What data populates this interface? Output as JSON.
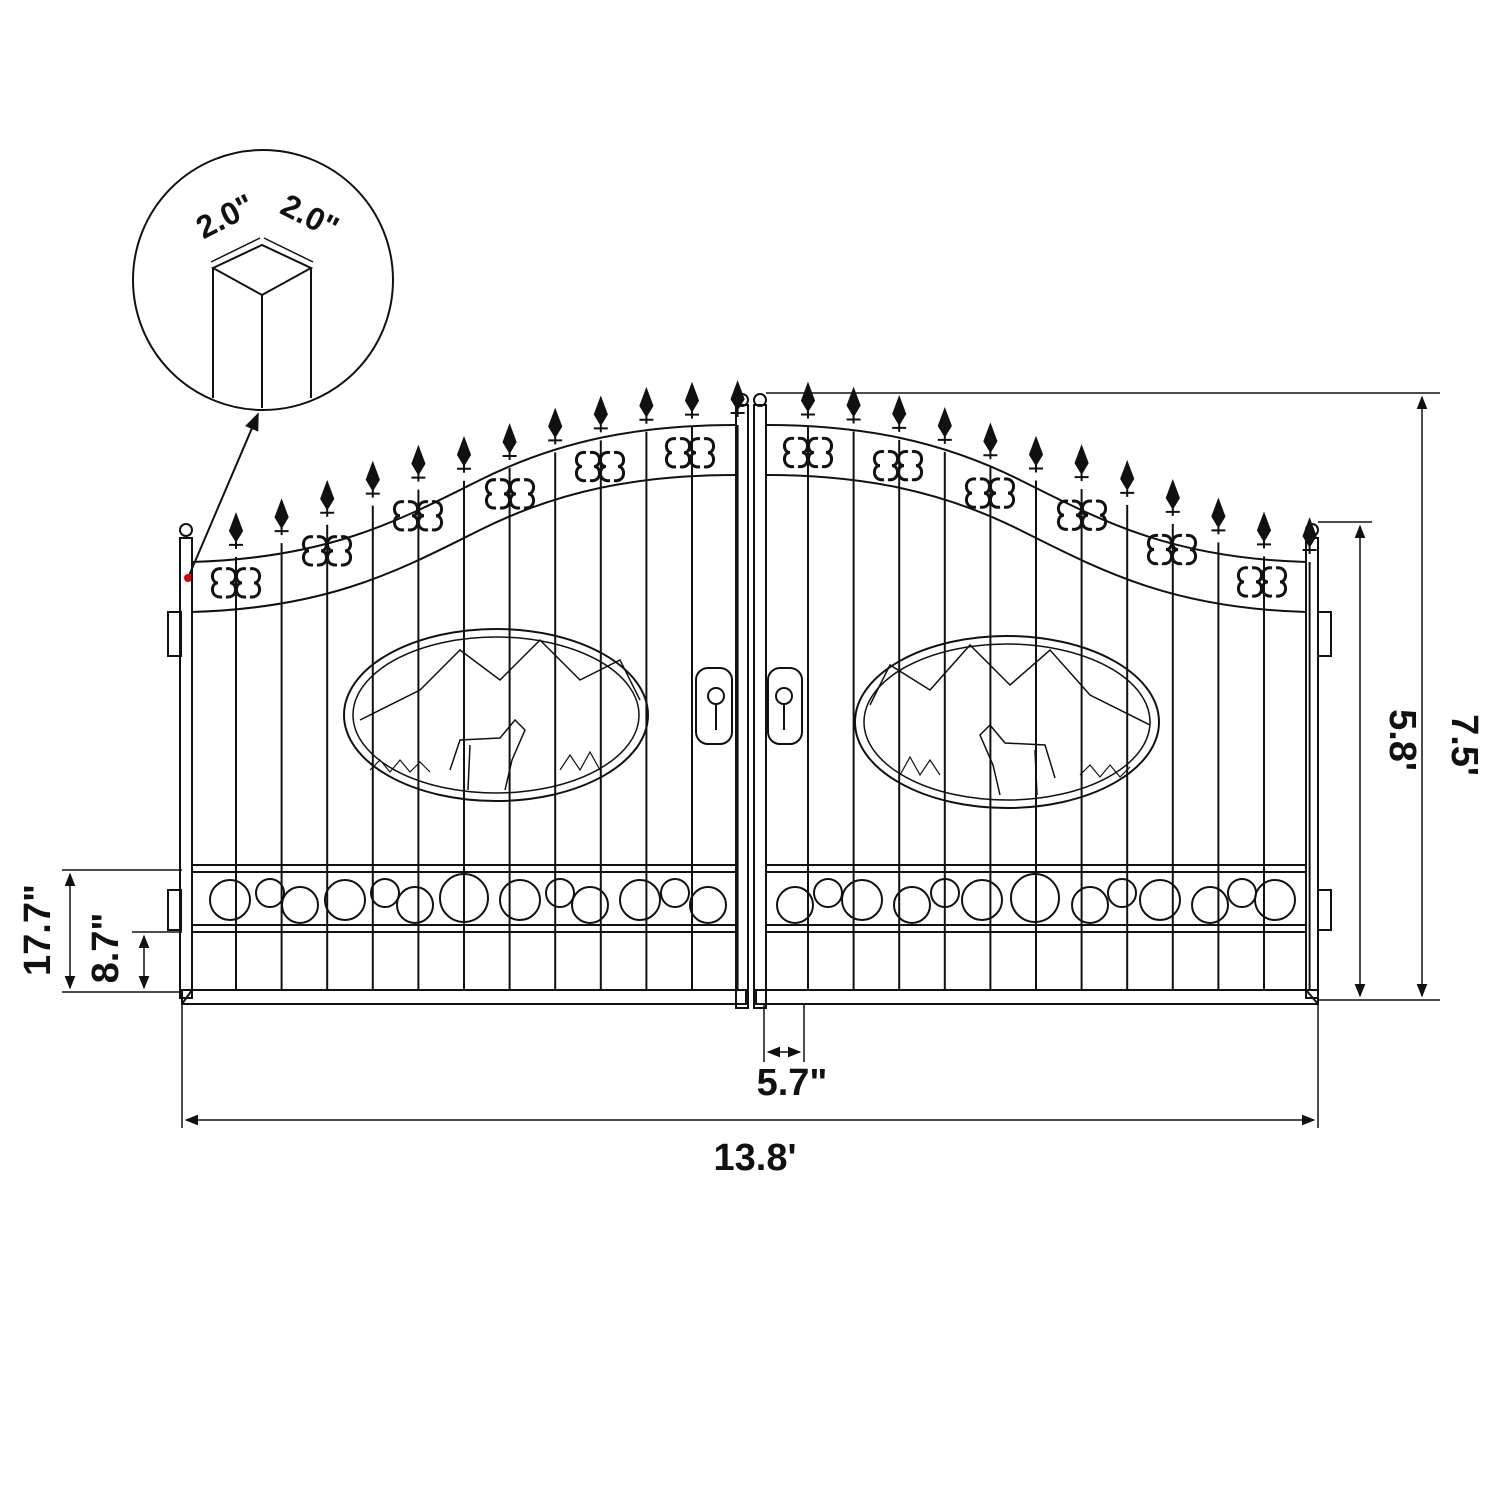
{
  "dimensions": {
    "post_width": "2.0\"",
    "post_depth": "2.0\"",
    "overall_height": "7.5'",
    "side_height": "5.8'",
    "scroll_band_height": "17.7\"",
    "bottom_rail_height": "8.7\"",
    "post_gap": "5.7\"",
    "overall_width": "13.8'"
  },
  "colors": {
    "line": "#111111",
    "background": "#ffffff",
    "marker": "#e60000"
  }
}
